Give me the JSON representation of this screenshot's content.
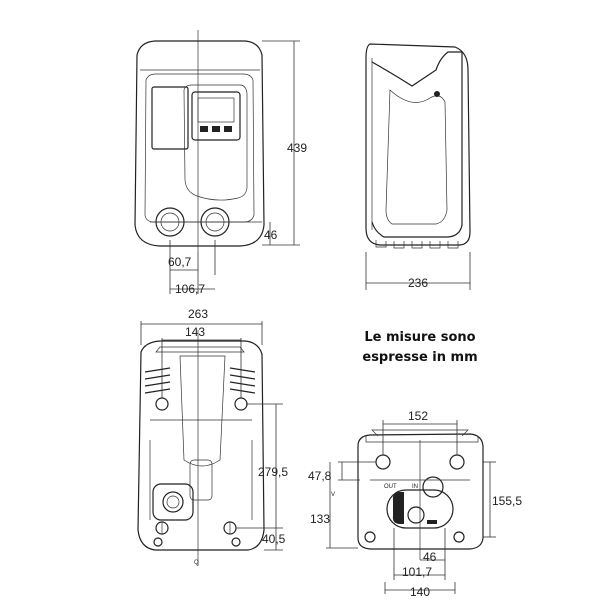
{
  "note": {
    "line1": "Le misure sono",
    "line2": "espresse in mm"
  },
  "front_view": {
    "dims": {
      "height": "439",
      "port_height": "46",
      "port_center": "60,7",
      "port_spacing": "106,7"
    }
  },
  "side_view": {
    "dims": {
      "depth": "236"
    }
  },
  "back_view": {
    "dims": {
      "width": "263",
      "hole_spacing": "143",
      "mount_height": "279,5",
      "bottom_offset": "40,5"
    },
    "labels": {
      "q": "Q"
    }
  },
  "bottom_view": {
    "dims": {
      "width": "152",
      "offset_top": "47,8",
      "height": "133",
      "depth": "155,5",
      "offset_46": "46",
      "spacing": "101,7",
      "base": "140"
    },
    "labels": {
      "v": "V",
      "out": "OUT",
      "in": "IN"
    }
  }
}
